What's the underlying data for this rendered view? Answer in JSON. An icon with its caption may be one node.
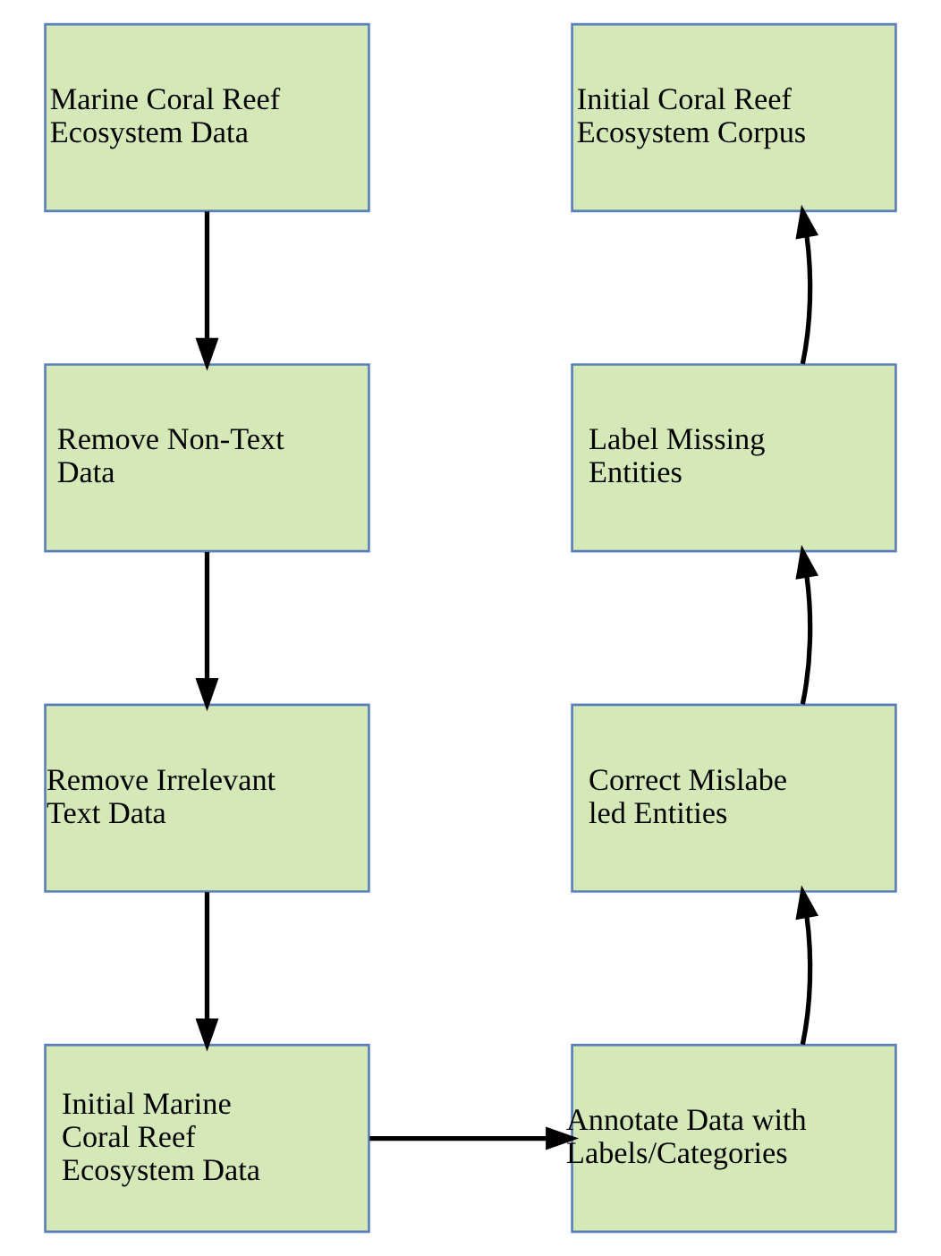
{
  "diagram": {
    "nodes": [
      {
        "text": [
          "Marine Coral Reef Ecosystem Data"
        ]
      },
      {
        "text": [
          "Remove Non-Text Data"
        ]
      },
      {
        "text": [
          "Remove Irrelevant Text Data"
        ]
      },
      {
        "text": [
          "Initial Marine Coral Reef Ecosystem Data"
        ]
      },
      {
        "text": [
          "Initial Coral Reef Ecosystem Corpus"
        ]
      },
      {
        "text": [
          "Label Missing Entities"
        ]
      },
      {
        "text": [
          "Correct Mislabe led Entities"
        ]
      },
      {
        "text": [
          "Annotate Data with Labels/Categories"
        ]
      }
    ],
    "edges": [
      {
        "from": 0,
        "to": 1,
        "arrow": "to"
      },
      {
        "from": 1,
        "to": 2,
        "arrow": "to"
      },
      {
        "from": 2,
        "to": 3,
        "arrow": "to"
      },
      {
        "from": 3,
        "to": 7,
        "arrow": "to"
      },
      {
        "from": 7,
        "to": 6,
        "arrow": "to"
      },
      {
        "from": 6,
        "to": 5,
        "arrow": "to"
      },
      {
        "from": 5,
        "to": 4,
        "arrow": "to"
      }
    ]
  }
}
